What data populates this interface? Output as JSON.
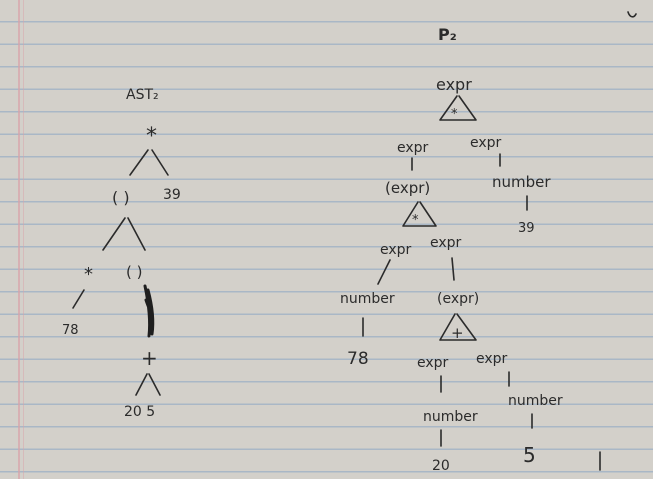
{
  "ast": {
    "title": "AST₂",
    "root": "*",
    "left_paren": "( )",
    "num_39": "39",
    "mult": "*",
    "paren2": "( )",
    "num_78": "78",
    "plus": "+",
    "num_20_5": "20 5"
  },
  "parse": {
    "title": "P₂",
    "root": "expr",
    "op_mult": "*",
    "expr_l1": "expr",
    "expr_r1": "expr",
    "paren_expr": "(expr)",
    "number_r1": "number",
    "num_39": "39",
    "op_mult2": "*",
    "expr_l2": "expr",
    "expr_r2": "expr",
    "number_l2": "number",
    "paren_expr2": "(expr)",
    "num_78": "78",
    "op_plus": "+",
    "expr_l3": "expr",
    "expr_r3": "expr",
    "number_l3": "number",
    "number_r3": "number",
    "num_20": "20",
    "num_5": "5"
  }
}
